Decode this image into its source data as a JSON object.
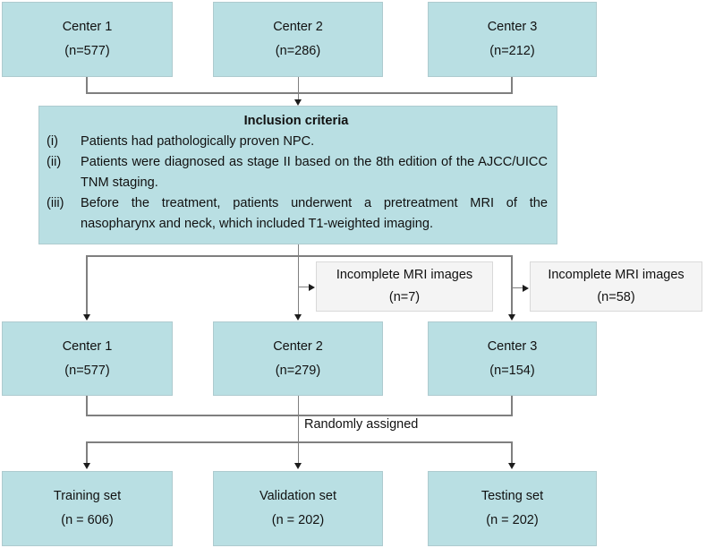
{
  "palette": {
    "box_fill": "#b9dfe3",
    "box_border": "#aecbcf",
    "gray_fill": "#f4f4f4",
    "gray_border": "#d9d9d9",
    "line": "#7f7f7f",
    "arrow": "#1c1c1c",
    "text": "#111111"
  },
  "top_row": [
    {
      "title": "Center 1",
      "count": "(n=577)"
    },
    {
      "title": "Center 2",
      "count": "(n=286)"
    },
    {
      "title": "Center 3",
      "count": "(n=212)"
    }
  ],
  "inclusion": {
    "title": "Inclusion criteria",
    "items": [
      {
        "marker": "(i)",
        "text": "Patients had pathologically proven NPC."
      },
      {
        "marker": "(ii)",
        "text": "Patients were diagnosed as stage II based on the 8th edition of the AJCC/UICC TNM staging."
      },
      {
        "marker": "(iii)",
        "text": "Before the treatment, patients underwent a pretreatment MRI of the nasopharynx and neck, which included T1-weighted imaging."
      }
    ]
  },
  "exclusions": [
    {
      "line1": "Incomplete MRI images",
      "line2": "(n=7)"
    },
    {
      "line1": "Incomplete MRI images",
      "line2": "(n=58)"
    }
  ],
  "middle_row": [
    {
      "title": "Center 1",
      "count": "(n=577)"
    },
    {
      "title": "Center 2",
      "count": "(n=279)"
    },
    {
      "title": "Center 3",
      "count": "(n=154)"
    }
  ],
  "random_label": "Randomly assigned",
  "bottom_row": [
    {
      "title": "Training set",
      "count": "(n = 606)"
    },
    {
      "title": "Validation set",
      "count": "(n = 202)"
    },
    {
      "title": "Testing set",
      "count": "(n = 202)"
    }
  ]
}
